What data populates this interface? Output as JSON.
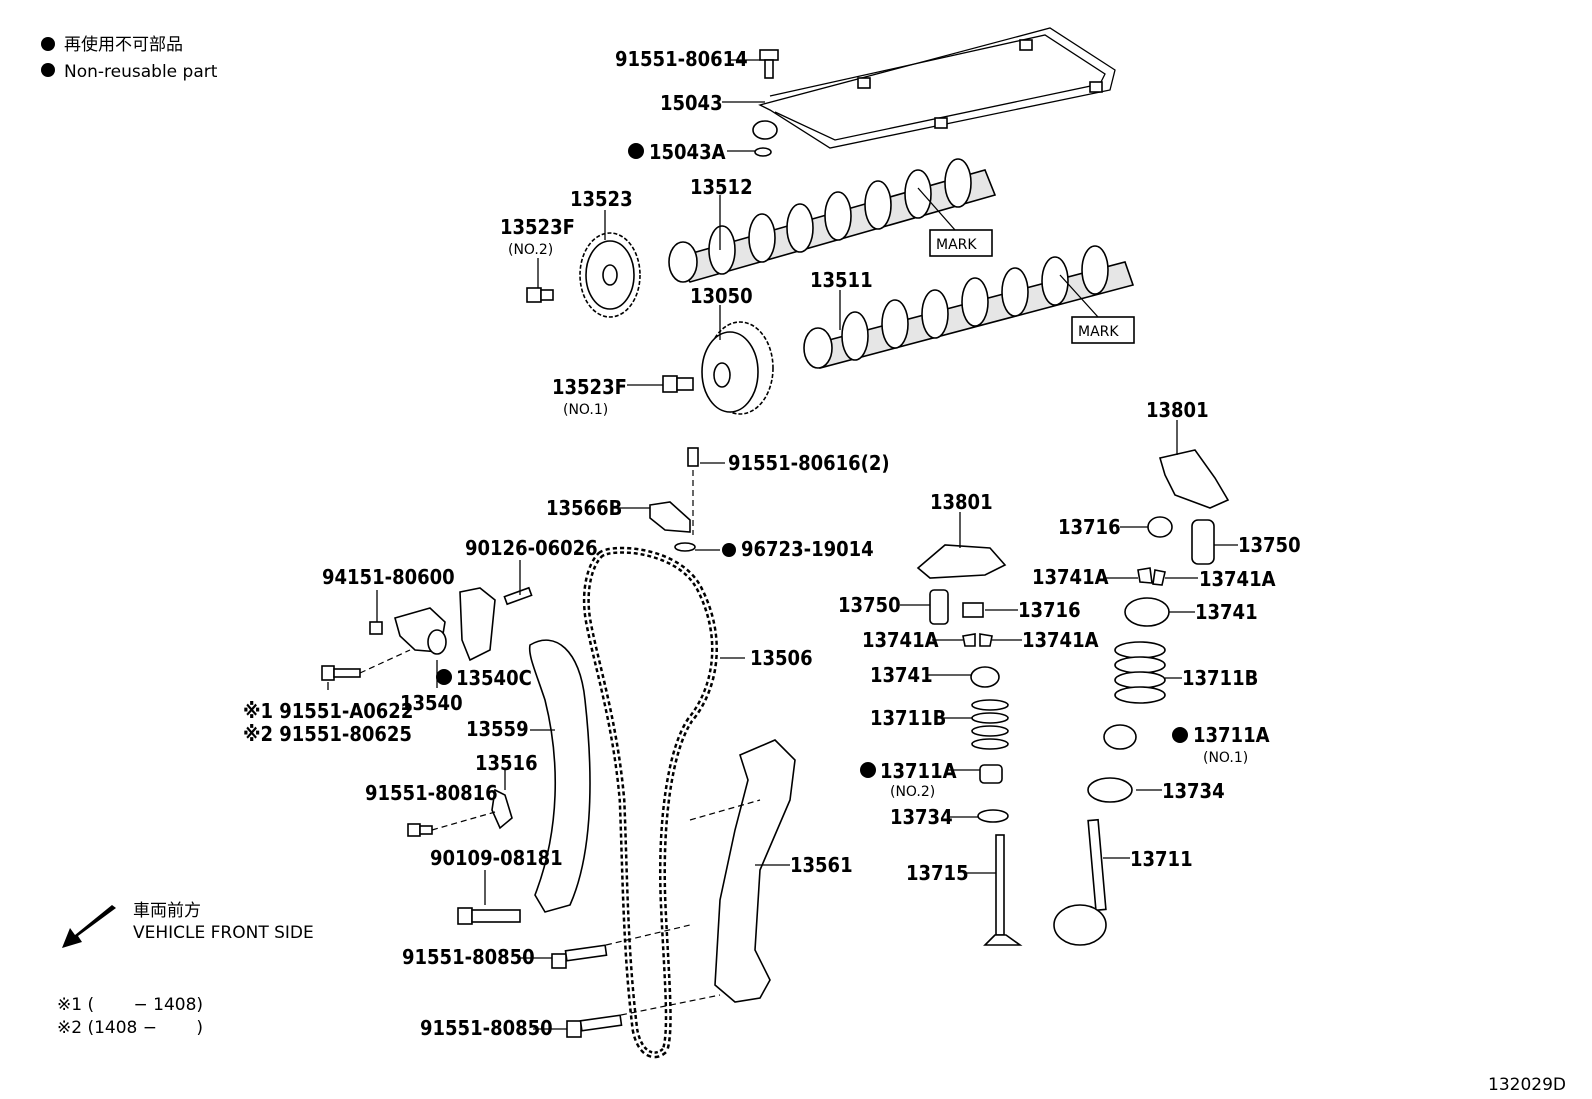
{
  "legend": {
    "jp": "再使用不可部品",
    "en": "Non-reusable part"
  },
  "direction": {
    "jp": "車両前方",
    "en": "VEHICLE FRONT SIDE"
  },
  "notes": {
    "n1": "※1 (　　 − 1408)",
    "n2": "※2 (1408 −　　 )"
  },
  "marks": {
    "mark1": "MARK",
    "mark2": "MARK"
  },
  "figure_id": "132029D",
  "parts": {
    "p91551_80614": "91551-80614",
    "p15043": "15043",
    "p15043A": "15043A",
    "p13512": "13512",
    "p13523": "13523",
    "p13523F_2": "13523F",
    "p13523F_2_sub": "(NO.2)",
    "p13511": "13511",
    "p13050": "13050",
    "p13523F_1": "13523F",
    "p13523F_1_sub": "(NO.1)",
    "p91551_80616": "91551-80616(2)",
    "p13566B": "13566B",
    "p96723_19014": "96723-19014",
    "p90126_06026": "90126-06026",
    "p94151_80600": "94151-80600",
    "p13540C": "13540C",
    "p13540": "13540",
    "p91551_A0622": "※1 91551-A0622",
    "p91551_80625": "※2 91551-80625",
    "p13559": "13559",
    "p13506": "13506",
    "p13516": "13516",
    "p91551_80816": "91551-80816",
    "p90109_08181": "90109-08181",
    "p13561": "13561",
    "p91551_80850_a": "91551-80850",
    "p91551_80850_b": "91551-80850",
    "p13801_a": "13801",
    "p13801_b": "13801",
    "p13716_a": "13716",
    "p13750_a": "13750",
    "p13741A_a": "13741A",
    "p13741A_b": "13741A",
    "p13741_a": "13741",
    "p13750_b": "13750",
    "p13716_b": "13716",
    "p13741A_c": "13741A",
    "p13741A_d": "13741A",
    "p13741_b": "13741",
    "p13711B_a": "13711B",
    "p13711B_b": "13711B",
    "p13711A_1": "13711A",
    "p13711A_1_sub": "(NO.1)",
    "p13711A_2": "13711A",
    "p13711A_2_sub": "(NO.2)",
    "p13734_a": "13734",
    "p13734_b": "13734",
    "p13715": "13715",
    "p13711": "13711"
  }
}
